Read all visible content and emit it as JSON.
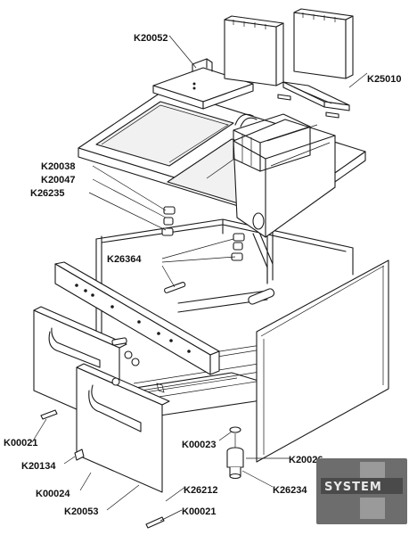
{
  "parts": {
    "k20052": "K20052",
    "k25010": "K25010",
    "k20038": "K20038",
    "k20047": "K20047",
    "k26235": "K26235",
    "k26364": "K26364",
    "k00021_left": "K00021",
    "k20134": "K20134",
    "k00024": "K00024",
    "k20053": "K20053",
    "k00023": "K00023",
    "k20026": "K20026",
    "k26212": "K26212",
    "k26234": "K26234",
    "k00021_bottom": "K00021"
  },
  "watermark": {
    "text": "SYSTEM",
    "color": "#6d6d6d"
  }
}
